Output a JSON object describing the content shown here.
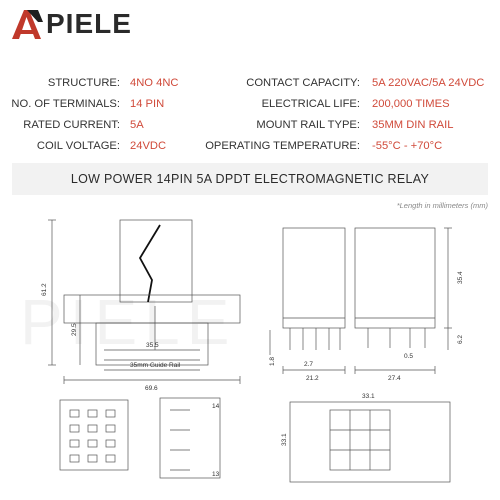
{
  "brand": {
    "name": "PIELE",
    "logo_letter": "A",
    "accent_color": "#c0392b"
  },
  "specs_left": [
    {
      "label": "STRUCTURE:",
      "value": "4NO 4NC"
    },
    {
      "label": "NO. OF TERMINALS:",
      "value": "14 PIN"
    },
    {
      "label": "RATED CURRENT:",
      "value": "5A"
    },
    {
      "label": "COIL VOLTAGE:",
      "value": "24VDC"
    }
  ],
  "specs_right": [
    {
      "label": "CONTACT CAPACITY:",
      "value": "5A 220VAC/5A 24VDC"
    },
    {
      "label": "ELECTRICAL LIFE:",
      "value": "200,000 TIMES"
    },
    {
      "label": "MOUNT RAIL TYPE:",
      "value": "35MM DIN RAIL"
    },
    {
      "label": "OPERATING TEMPERATURE:",
      "value": "-55°C - +70°C"
    }
  ],
  "value_color": "#d04a3a",
  "banner": "LOW POWER 14PIN 5A DPDT ELECTROMAGNETIC RELAY",
  "unit_note": "*Length in millimeters (mm)",
  "dims": {
    "h_total": "61.2",
    "h_base": "29.5",
    "w_base": "69.6",
    "rail_label": "35mm Guide Rail",
    "base_inner": "35.5",
    "body_h": "35.4",
    "pin_h": "6.2",
    "pin_w1": "1.8",
    "pin_w2": "2.7",
    "pin_w3": "0.5",
    "body_w": "21.2",
    "body_d": "27.4",
    "top_w": "33.1",
    "top_h": "33.1",
    "coil_pin_a": "14",
    "coil_pin_b": "13"
  }
}
